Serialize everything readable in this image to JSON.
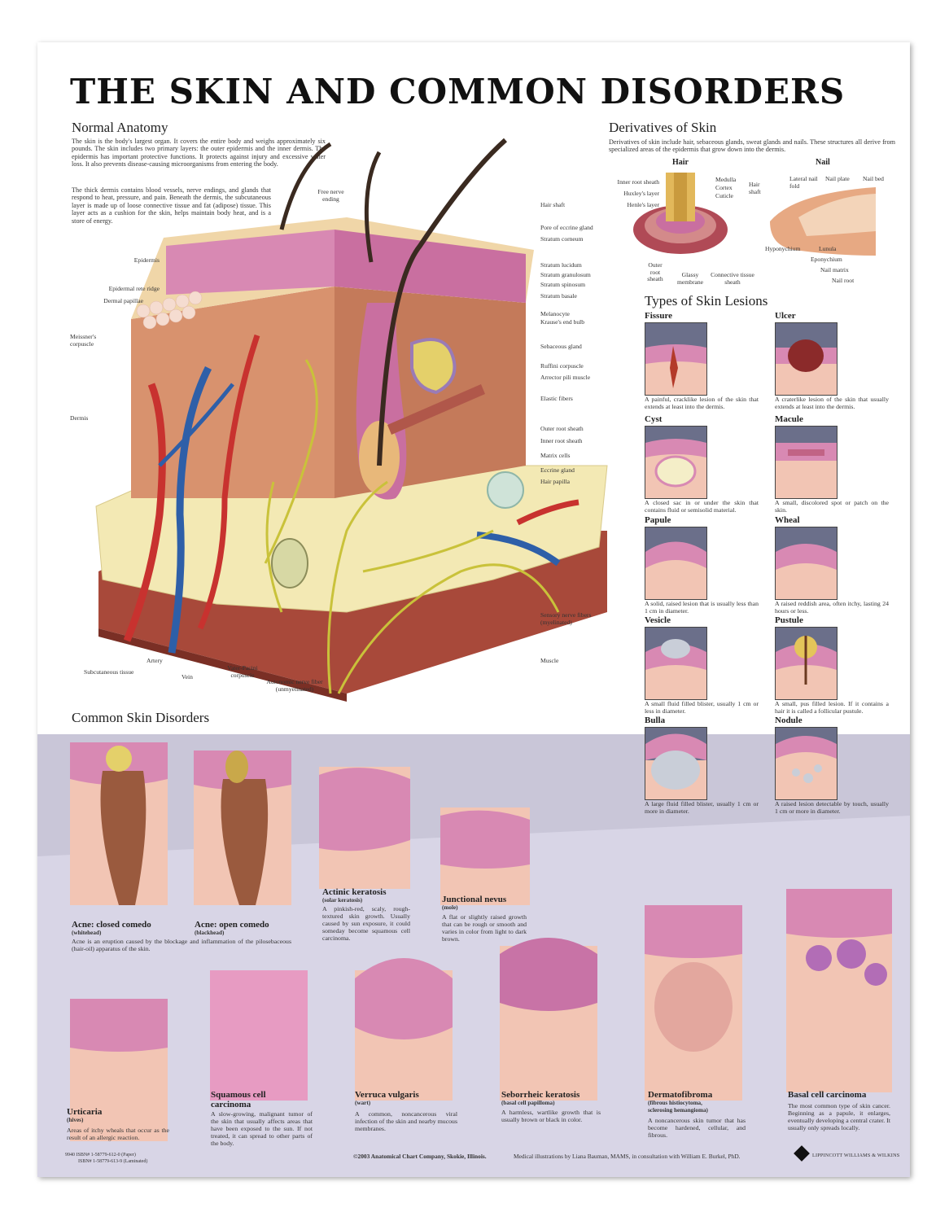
{
  "title": "THE SKIN AND COMMON DISORDERS",
  "normal_anatomy": {
    "heading": "Normal Anatomy",
    "para1": "The skin is the body's largest organ. It covers the entire body and weighs approximately six pounds. The skin includes two primary layers: the outer epidermis and the inner dermis. The epidermis has important protective functions. It protects against injury and excessive water loss. It also prevents disease-causing microorganisms from entering the body.",
    "para2": "The thick dermis contains blood vessels, nerve endings, and glands that respond to heat, pressure, and pain. Beneath the dermis, the subcutaneous layer is made up of loose connective tissue and fat (adipose) tissue. This layer acts as a cushion for the skin, helps maintain body heat, and is a store of energy.",
    "labels_left": [
      "Epidermis",
      "Epidermal rete ridge",
      "Dermal papillae",
      "Meissner's corpuscle",
      "Dermis",
      "Subcutaneous tissue",
      "Artery",
      "Vein",
      "Vater-Pacini corpuscle",
      "Autonomic nerve fiber (unmyelinated)"
    ],
    "labels_right": [
      "Hair shaft",
      "Pore of eccrine gland",
      "Stratum corneum",
      "Stratum lucidum",
      "Stratum granulosum",
      "Stratum spinosum",
      "Stratum basale",
      "Melanocyte",
      "Krause's end bulb",
      "Sebaceous gland",
      "Ruffini corpuscle",
      "Arrector pili muscle",
      "Elastic fibers",
      "Outer root sheath",
      "Inner root sheath",
      "Matrix cells",
      "Eccrine gland",
      "Hair papilla",
      "Sensory nerve fibers (myelinated)",
      "Muscle"
    ],
    "label_free_nerve": "Free nerve ending"
  },
  "derivatives": {
    "heading": "Derivatives of Skin",
    "intro": "Derivatives of skin include hair, sebaceous glands, sweat glands and nails. These structures all derive from specialized areas of the epidermis that grow down into the dermis.",
    "hair_title": "Hair",
    "nail_title": "Nail",
    "hair_labels": [
      "Inner root sheath",
      "Huxley's layer",
      "Henle's layer",
      "Medulla",
      "Cortex",
      "Cuticle",
      "Hair shaft",
      "Outer root sheath",
      "Glassy membrane",
      "Connective tissue sheath"
    ],
    "nail_labels": [
      "Lateral nail fold",
      "Nail plate",
      "Nail bed",
      "Hyponychium",
      "Lunula",
      "Eponychium",
      "Nail matrix",
      "Nail root"
    ]
  },
  "lesions": {
    "heading": "Types of Skin Lesions",
    "items": [
      {
        "name": "Fissure",
        "desc": "A painful, cracklike lesion of the skin that extends at least into the dermis."
      },
      {
        "name": "Ulcer",
        "desc": "A craterlike lesion of the skin that usually extends at least into the dermis."
      },
      {
        "name": "Cyst",
        "desc": "A closed sac in or under the skin that contains fluid or semisolid material."
      },
      {
        "name": "Macule",
        "desc": "A small, discolored spot or patch on the skin."
      },
      {
        "name": "Papule",
        "desc": "A solid, raised lesion that is usually less than 1 cm in diameter."
      },
      {
        "name": "Wheal",
        "desc": "A raised reddish area, often itchy, lasting 24 hours or less."
      },
      {
        "name": "Vesicle",
        "desc": "A small fluid filled blister, usually 1 cm or less in diameter."
      },
      {
        "name": "Pustule",
        "desc": "A small, pus filled lesion. If it contains a hair it is called a follicular pustule."
      },
      {
        "name": "Bulla",
        "desc": "A large fluid filled blister, usually 1 cm or more in diameter."
      },
      {
        "name": "Nodule",
        "desc": "A raised lesion detectable by touch, usually 1 cm or more in diameter."
      }
    ]
  },
  "disorders": {
    "heading": "Common Skin Disorders",
    "acne_closed": {
      "name": "Acne: closed comedo",
      "sub": "(whitehead)"
    },
    "acne_open": {
      "name": "Acne: open comedo",
      "sub": "(blackhead)"
    },
    "acne_desc": "Acne is an eruption caused by the blockage and inflammation of the pilosebaceous (hair-oil) apparatus of the skin.",
    "actinic": {
      "name": "Actinic keratosis",
      "sub": "(solar keratosis)",
      "desc": "A pinkish-red, scaly, rough-textured skin growth. Usually caused by sun exposure, it could someday become squamous cell carcinoma."
    },
    "junctional": {
      "name": "Junctional nevus",
      "sub": "(mole)",
      "desc": "A flat or slightly raised growth that can be rough or smooth and varies in color from light to dark brown."
    },
    "urticaria": {
      "name": "Urticaria",
      "sub": "(hives)",
      "desc": "Areas of itchy wheals that occur as the result of an allergic reaction."
    },
    "squamous": {
      "name1": "Squamous cell",
      "name2": "carcinoma",
      "desc": "A slow-growing, malignant tumor of the skin that usually affects areas that have been exposed to the sun. If not treated, it can spread to other parts of the body."
    },
    "verruca": {
      "name": "Verruca vulgaris",
      "sub": "(wart)",
      "desc": "A common, noncancerous viral infection of the skin and nearby mucous membranes."
    },
    "seborrheic": {
      "name": "Seborrheic keratosis",
      "sub": "(basal cell papilloma)",
      "desc": "A harmless, wartlike growth that is usually brown or black in color."
    },
    "dermatofibroma": {
      "name": "Dermatofibroma",
      "sub1": "(fibrous histiocytoma,",
      "sub2": "sclerosing hemangioma)",
      "desc": "A noncancerous skin tumor that has become hardened, cellular, and fibrous."
    },
    "basal": {
      "name": "Basal cell carcinoma",
      "desc": "The most common type of skin cancer. Beginning as a papule, it enlarges, eventually developing a central crater. It usually only spreads locally."
    }
  },
  "footer": {
    "isbn1": "9940 ISBN# 1-58779-612-0 (Paper)",
    "isbn2": "ISBN# 1-58779-613-9 (Laminated)",
    "copyright": "©2003 Anatomical Chart Company, Skokie, Illinois.",
    "credit": "Medical illustrations by Liana Bauman, MAMS, in consultation with William E. Burkel, PhD.",
    "publisher": "LIPPINCOTT WILLIAMS & WILKINS"
  },
  "colors": {
    "epidermis": "#d889b3",
    "dermis": "#d8926e",
    "fat": "#f3e9b4",
    "artery": "#c8322f",
    "vein": "#2e5fa8",
    "nerve": "#c9c23a",
    "muscle": "#a8493a",
    "lesion_bg": "#6b6f8a"
  }
}
